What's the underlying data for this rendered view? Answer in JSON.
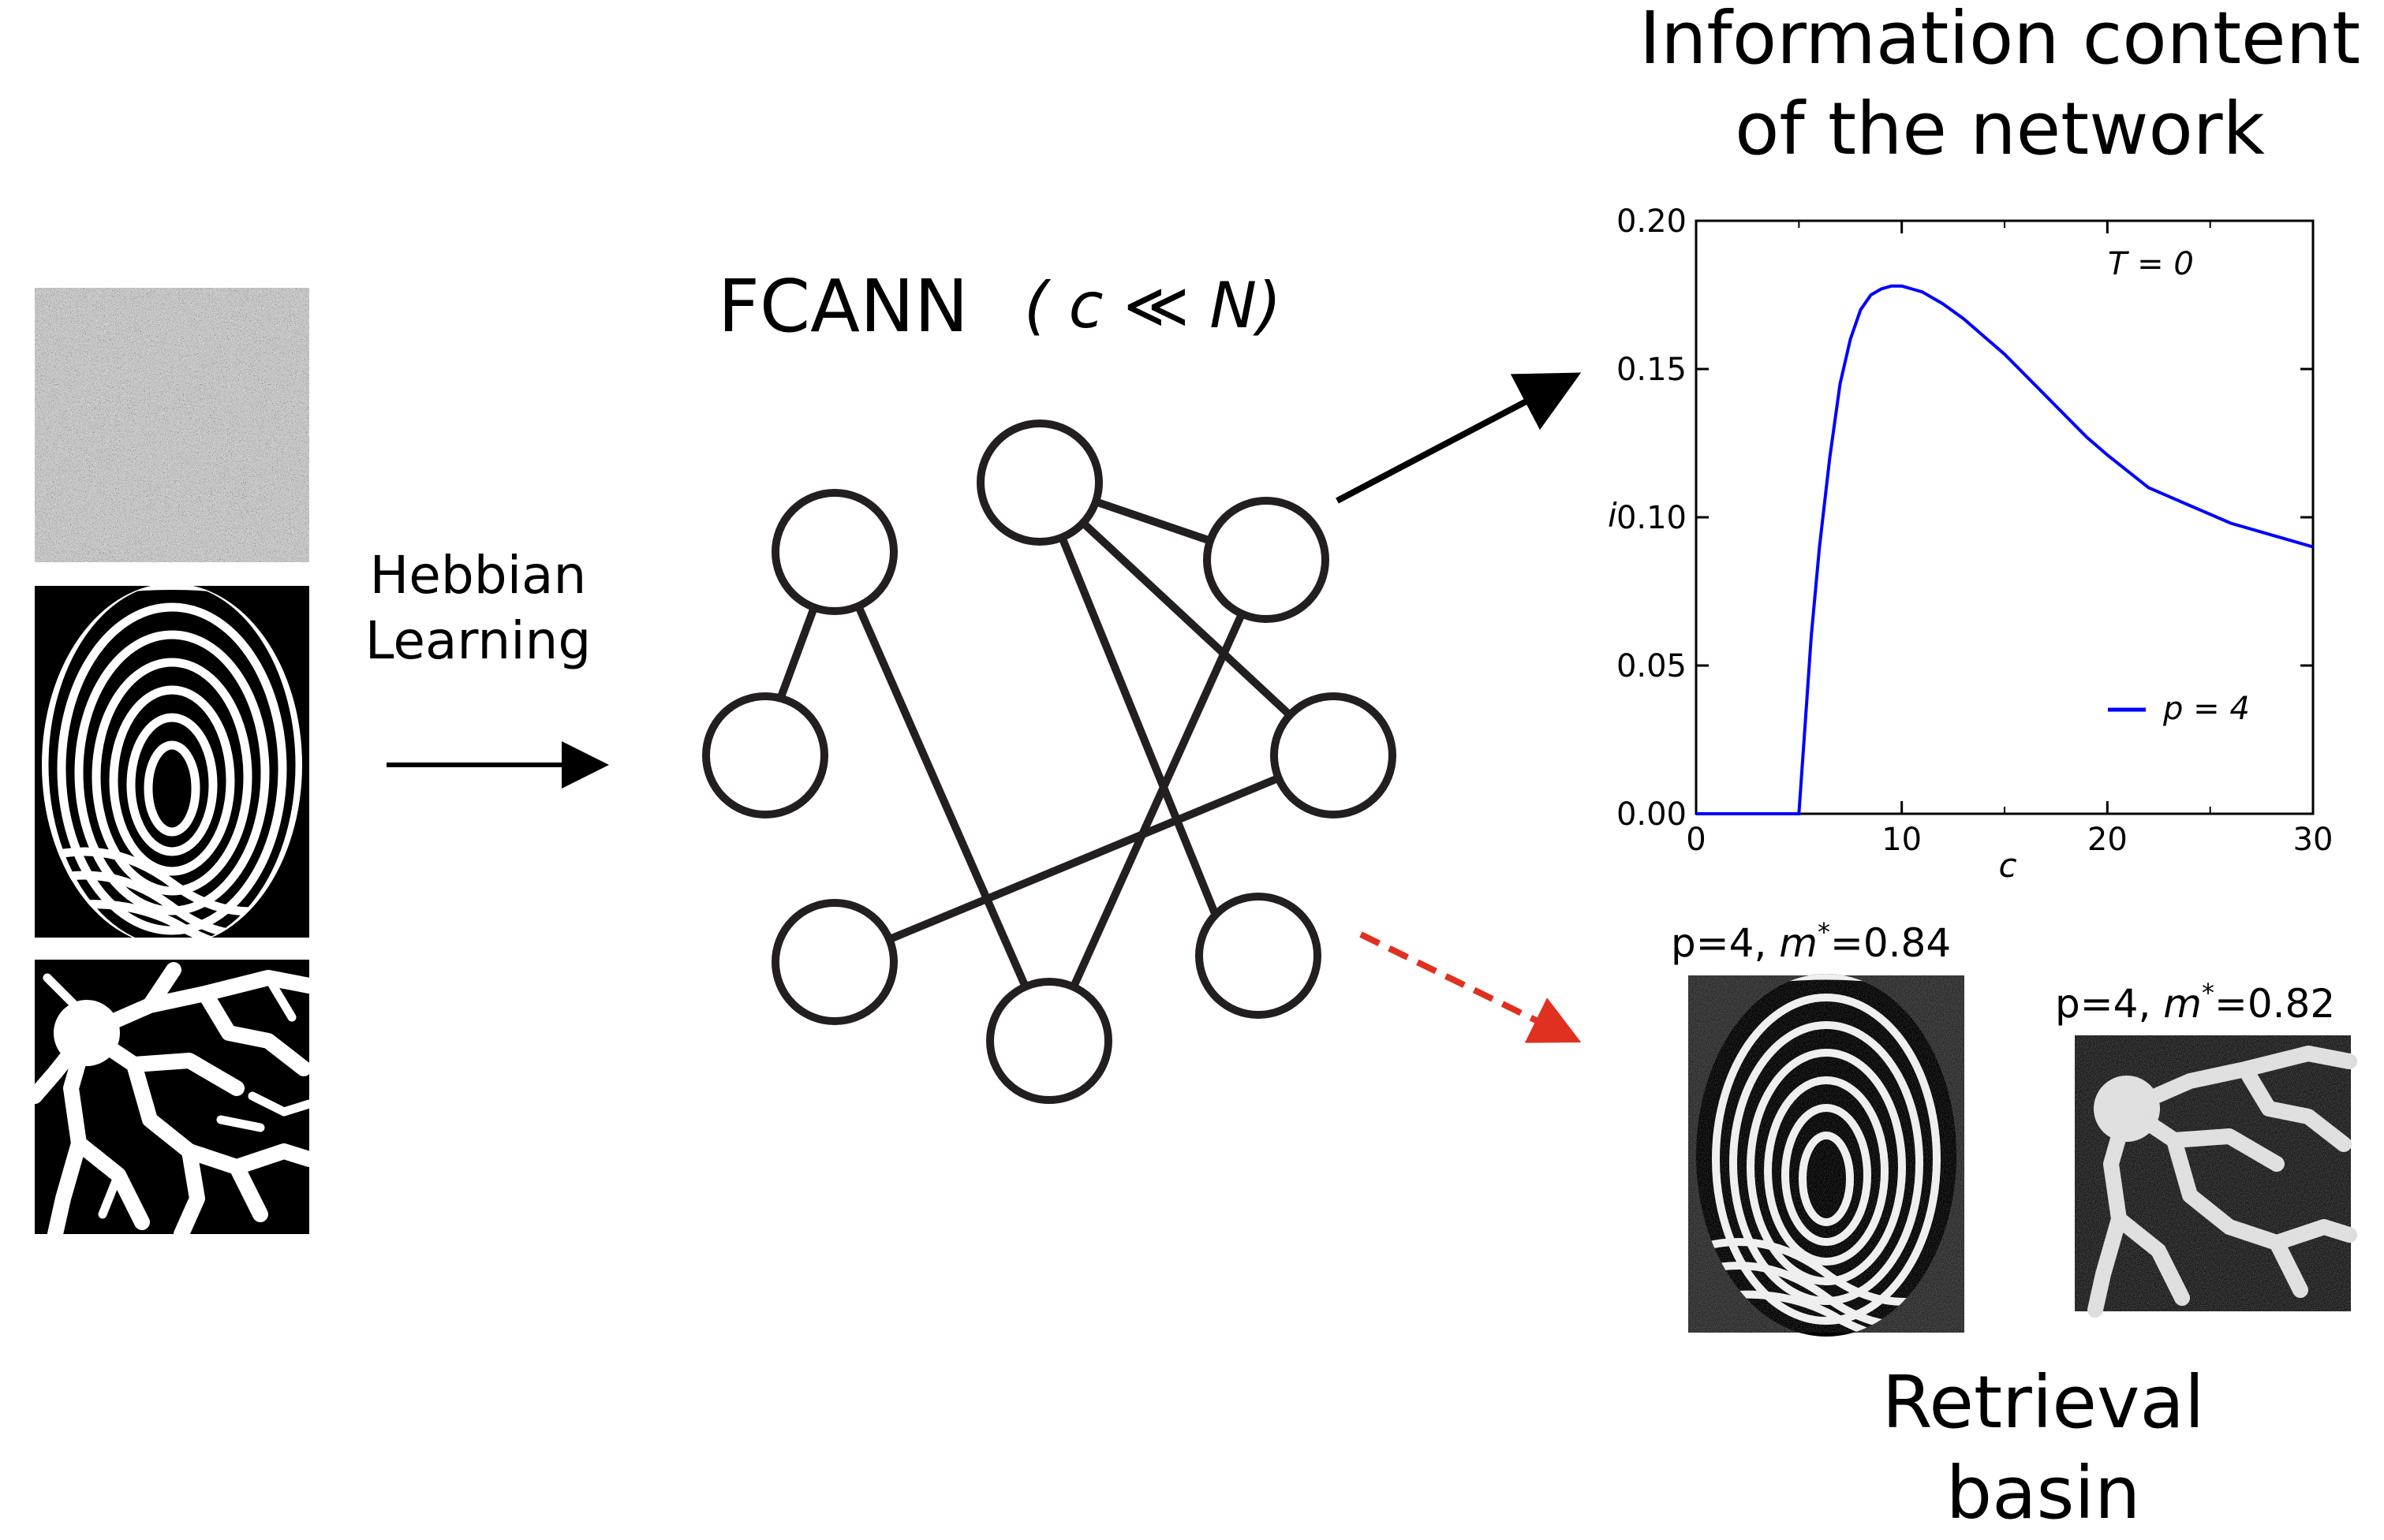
{
  "labels": {
    "hebbian_line1": "Hebbian",
    "hebbian_line2": "Learning",
    "fcann": "FCANN",
    "fcann_condition": "( c ≪ N)",
    "info_title_line1": "Information content",
    "info_title_line2": "of the network",
    "retrieval_line1": "Retrieval",
    "retrieval_line2": "basin",
    "retrieval_1_prefix": "p=4, ",
    "retrieval_1_m": "m",
    "retrieval_1_sup": "*",
    "retrieval_1_value": "=0.84",
    "retrieval_2_prefix": "p=4, ",
    "retrieval_2_m": "m",
    "retrieval_2_sup": "*",
    "retrieval_2_value": "=0.82"
  },
  "colors": {
    "curve": "#0000ff",
    "retrieval_arrow": "#e03020",
    "nodes": "#231f20"
  },
  "icons": [
    "noise-pattern-image",
    "fingerprint-pattern-image",
    "vessel-pattern-image",
    "fingerprint-retrieved-image",
    "vessel-retrieved-image"
  ],
  "chart_data": {
    "type": "line",
    "annotation": "T = 0",
    "xlabel": "c",
    "ylabel": "i",
    "xlim": [
      0,
      30
    ],
    "ylim": [
      0,
      0.2
    ],
    "xticks": [
      0,
      10,
      20,
      30
    ],
    "yticks": [
      0.0,
      0.05,
      0.1,
      0.15,
      0.2
    ],
    "xtick_labels": [
      "0",
      "10",
      "20",
      "30"
    ],
    "ytick_labels": [
      "0.00",
      "0.05",
      "0.10",
      "0.15",
      "0.20"
    ],
    "legend_position": "lower-right",
    "grid": false,
    "series": [
      {
        "name": "p = 4",
        "x": [
          0,
          4.9,
          5.0,
          5.3,
          5.6,
          6.0,
          6.5,
          7.0,
          7.5,
          8.0,
          8.5,
          9.0,
          9.5,
          10.0,
          10.5,
          11.0,
          12.0,
          13.0,
          14.0,
          15.0,
          16.0,
          17.0,
          18.0,
          19.0,
          20.0,
          22.0,
          24.0,
          26.0,
          28.0,
          30.0
        ],
        "y": [
          0,
          0,
          0.0,
          0.03,
          0.06,
          0.09,
          0.12,
          0.145,
          0.16,
          0.17,
          0.175,
          0.177,
          0.178,
          0.178,
          0.177,
          0.176,
          0.172,
          0.167,
          0.161,
          0.155,
          0.148,
          0.141,
          0.134,
          0.127,
          0.121,
          0.11,
          0.104,
          0.098,
          0.094,
          0.09
        ]
      }
    ]
  }
}
